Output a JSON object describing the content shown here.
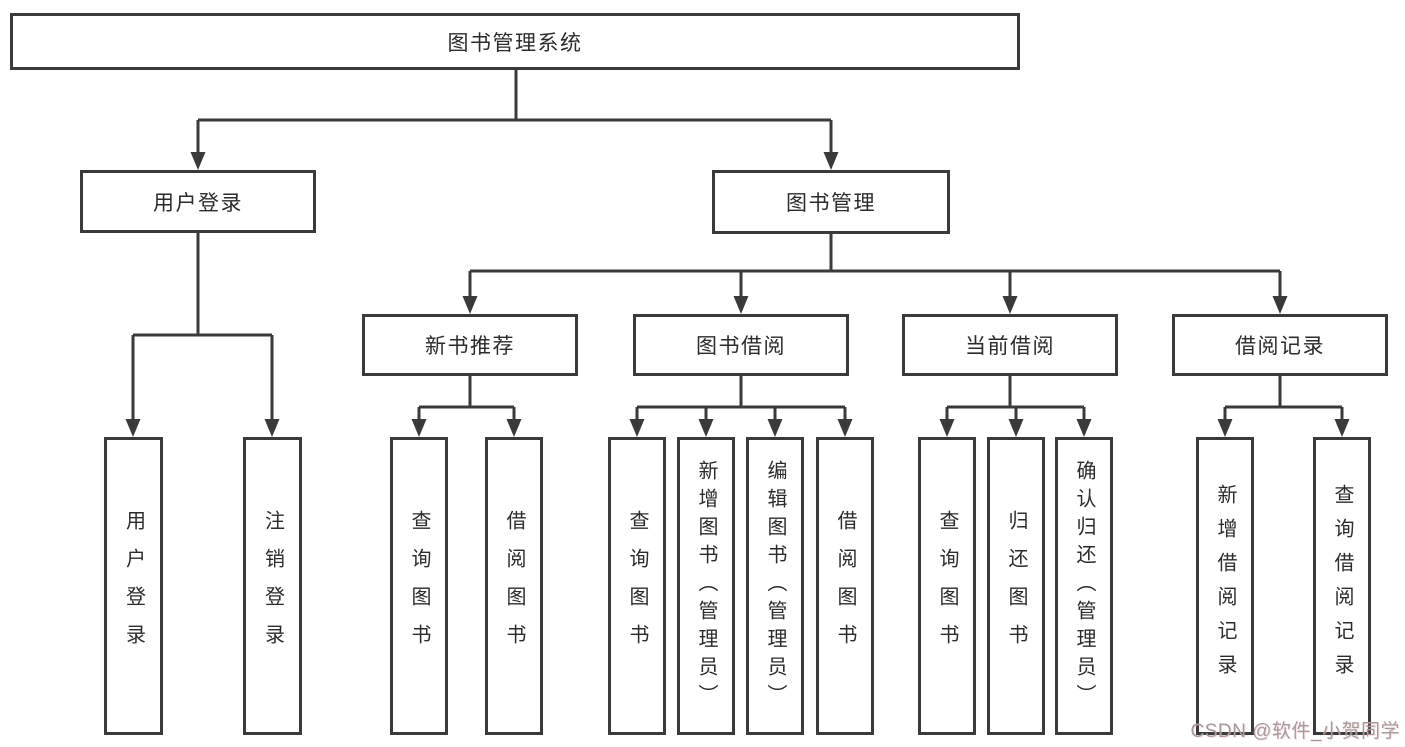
{
  "diagram": {
    "title": "图书管理系统",
    "nodes": {
      "root": {
        "label": "图书管理系统"
      },
      "level2": [
        {
          "label": "用户登录"
        },
        {
          "label": "图书管理"
        }
      ],
      "level3": [
        {
          "label": "新书推荐",
          "parent": "图书管理"
        },
        {
          "label": "图书借阅",
          "parent": "图书管理"
        },
        {
          "label": "当前借阅",
          "parent": "图书管理"
        },
        {
          "label": "借阅记录",
          "parent": "图书管理"
        }
      ],
      "leaves": [
        {
          "label": "用户登录",
          "parent": "用户登录"
        },
        {
          "label": "注销登录",
          "parent": "用户登录"
        },
        {
          "label": "查询图书",
          "parent": "新书推荐"
        },
        {
          "label": "借阅图书",
          "parent": "新书推荐"
        },
        {
          "label": "查询图书",
          "parent": "图书借阅"
        },
        {
          "label": "新增图书（管理员）",
          "parent": "图书借阅"
        },
        {
          "label": "编辑图书（管理员）",
          "parent": "图书借阅"
        },
        {
          "label": "借阅图书",
          "parent": "图书借阅"
        },
        {
          "label": "查询图书",
          "parent": "当前借阅"
        },
        {
          "label": "归还图书",
          "parent": "当前借阅"
        },
        {
          "label": "确认归还（管理员）",
          "parent": "当前借阅"
        },
        {
          "label": "新增借阅记录",
          "parent": "借阅记录"
        },
        {
          "label": "查询借阅记录",
          "parent": "借阅记录"
        }
      ]
    },
    "colors": {
      "line": "#3a3a3a",
      "text": "#2b2b2b",
      "background": "#ffffff",
      "watermark": "#a59a9c"
    }
  },
  "watermark": {
    "text": "CSDN @软件_小贺同学"
  }
}
